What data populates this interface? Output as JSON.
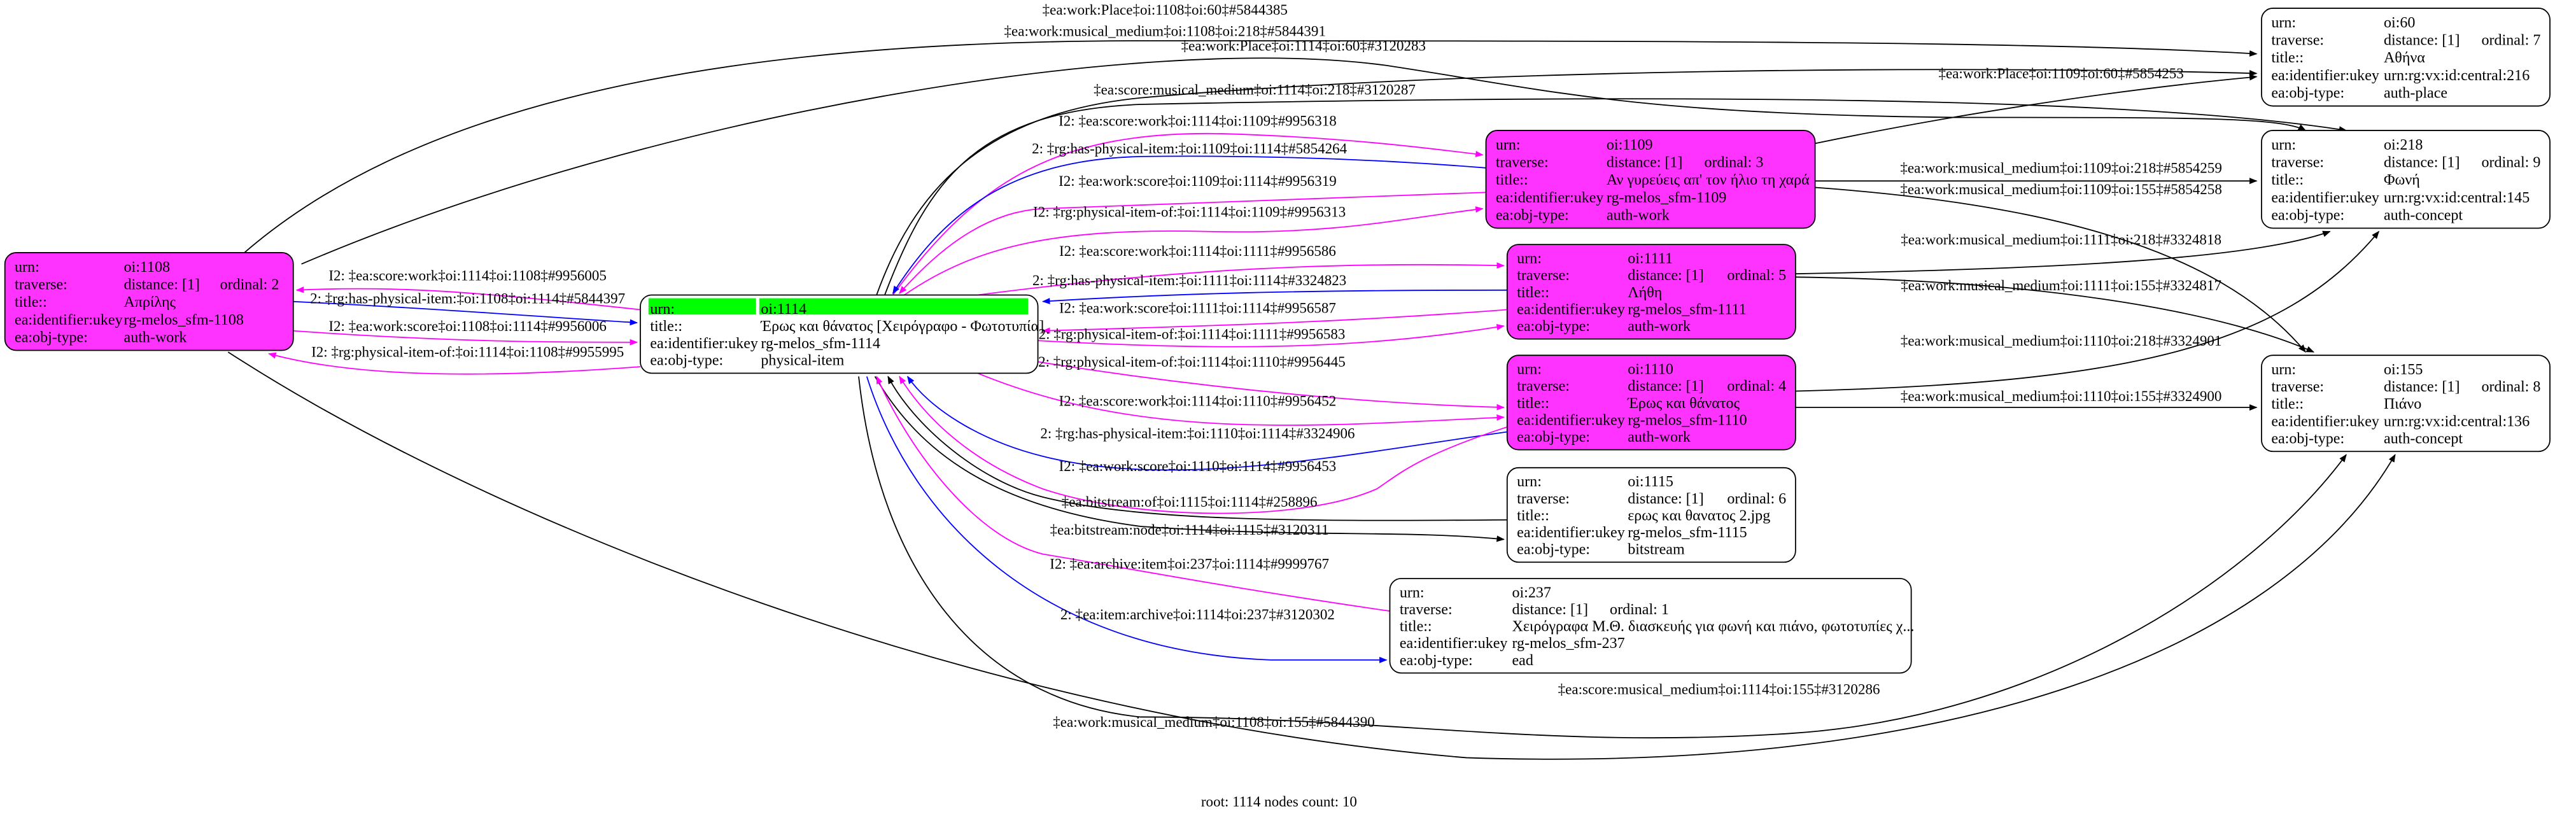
{
  "field_labels": {
    "urn": "urn:",
    "traverse": "traverse:",
    "title": "title::",
    "ukey": "ea:identifier:ukey",
    "obj_type": "ea:obj-type:"
  },
  "colors": {
    "work_node": "#ff33ff",
    "root_urn": "#00ff00",
    "plain_node": "#ffffff",
    "magenta_edge": "#ff00ff",
    "blue_edge": "#0000ff",
    "black_edge": "#000000"
  },
  "nodes": [
    {
      "urn": "oi:1108",
      "distance": "distance: [1]",
      "ordinal": "ordinal: 2",
      "title": "Απρίλης",
      "ukey": "rg-melos_sfm-1108",
      "obj_type": "auth-work",
      "fill": "#ff33ff"
    },
    {
      "urn": "oi:1114",
      "title": "Έρως και θάνατος [Χειρόγραφο - Φωτοτυπία]",
      "ukey": "rg-melos_sfm-1114",
      "obj_type": "physical-item",
      "fill": "#ffffff"
    },
    {
      "urn": "oi:1109",
      "distance": "distance: [1]",
      "ordinal": "ordinal: 3",
      "title": "Αν γυρεύεις απ' τον ήλιο τη χαρά",
      "ukey": "rg-melos_sfm-1109",
      "obj_type": "auth-work",
      "fill": "#ff33ff"
    },
    {
      "urn": "oi:1111",
      "distance": "distance: [1]",
      "ordinal": "ordinal: 5",
      "title": "Λήθη",
      "ukey": "rg-melos_sfm-1111",
      "obj_type": "auth-work",
      "fill": "#ff33ff"
    },
    {
      "urn": "oi:1110",
      "distance": "distance: [1]",
      "ordinal": "ordinal: 4",
      "title": "Έρως και θάνατος",
      "ukey": "rg-melos_sfm-1110",
      "obj_type": "auth-work",
      "fill": "#ff33ff"
    },
    {
      "urn": "oi:1115",
      "distance": "distance: [1]",
      "ordinal": "ordinal: 6",
      "title": "ερως και θανατος 2.jpg",
      "ukey": "rg-melos_sfm-1115",
      "obj_type": "bitstream",
      "fill": "#ffffff"
    },
    {
      "urn": "oi:237",
      "distance": "distance: [1]",
      "ordinal": "ordinal: 1",
      "title": "Χειρόγραφα Μ.Θ. διασκευής για φωνή και πιάνο, φωτοτυπίες χ...",
      "ukey": "rg-melos_sfm-237",
      "obj_type": "ead",
      "fill": "#ffffff"
    },
    {
      "urn": "oi:60",
      "distance": "distance: [1]",
      "ordinal": "ordinal: 7",
      "title": "Αθήνα",
      "ukey": "urn:rg:vx:id:central:216",
      "obj_type": "auth-place",
      "fill": "#ffffff"
    },
    {
      "urn": "oi:218",
      "distance": "distance: [1]",
      "ordinal": "ordinal: 9",
      "title": "Φωνή",
      "ukey": "urn:rg:vx:id:central:145",
      "obj_type": "auth-concept",
      "fill": "#ffffff"
    },
    {
      "urn": "oi:155",
      "distance": "distance: [1]",
      "ordinal": "ordinal: 8",
      "title": "Πιάνο",
      "ukey": "urn:rg:vx:id:central:136",
      "obj_type": "auth-concept",
      "fill": "#ffffff"
    }
  ],
  "edges": [
    {
      "label": "‡ea:work:Place‡oi:1108‡oi:60‡#5844385",
      "color": "#000000"
    },
    {
      "label": "‡ea:work:musical_medium‡oi:1108‡oi:218‡#5844391",
      "color": "#000000"
    },
    {
      "label": "‡ea:work:Place‡oi:1114‡oi:60‡#3120283",
      "color": "#000000"
    },
    {
      "label": "‡ea:score:musical_medium‡oi:1114‡oi:218‡#3120287",
      "color": "#000000"
    },
    {
      "label": "I2: ‡ea:score:work‡oi:1114‡oi:1109‡#9956318",
      "color": "#ff00ff"
    },
    {
      "label": "2: ‡rg:has-physical-item:‡oi:1109‡oi:1114‡#5854264",
      "color": "#0000ff"
    },
    {
      "label": "I2: ‡ea:work:score‡oi:1109‡oi:1114‡#9956319",
      "color": "#ff00ff"
    },
    {
      "label": "I2: ‡rg:physical-item-of:‡oi:1114‡oi:1109‡#9956313",
      "color": "#ff00ff"
    },
    {
      "label": "I2: ‡ea:score:work‡oi:1114‡oi:1111‡#9956586",
      "color": "#ff00ff"
    },
    {
      "label": "2: ‡rg:has-physical-item:‡oi:1111‡oi:1114‡#3324823",
      "color": "#0000ff"
    },
    {
      "label": "I2: ‡ea:work:score‡oi:1111‡oi:1114‡#9956587",
      "color": "#ff00ff"
    },
    {
      "label": "I2: ‡rg:physical-item-of:‡oi:1114‡oi:1111‡#9956583",
      "color": "#ff00ff"
    },
    {
      "label": "I2: ‡rg:physical-item-of:‡oi:1114‡oi:1110‡#9956445",
      "color": "#ff00ff"
    },
    {
      "label": "I2: ‡ea:score:work‡oi:1114‡oi:1110‡#9956452",
      "color": "#ff00ff"
    },
    {
      "label": "2: ‡rg:has-physical-item:‡oi:1110‡oi:1114‡#3324906",
      "color": "#0000ff"
    },
    {
      "label": "I2: ‡ea:work:score‡oi:1110‡oi:1114‡#9956453",
      "color": "#ff00ff"
    },
    {
      "label": "‡ea:bitstream:of‡oi:1115‡oi:1114‡#258896",
      "color": "#000000"
    },
    {
      "label": "‡ea:bitstream:node‡oi:1114‡oi:1115‡#3120311",
      "color": "#000000"
    },
    {
      "label": "I2: ‡ea:archive:item‡oi:237‡oi:1114‡#9999767",
      "color": "#ff00ff"
    },
    {
      "label": "2: ‡ea:item:archive‡oi:1114‡oi:237‡#3120302",
      "color": "#0000ff"
    },
    {
      "label": "‡ea:score:musical_medium‡oi:1114‡oi:155‡#3120286",
      "color": "#000000"
    },
    {
      "label": "‡ea:work:musical_medium‡oi:1108‡oi:155‡#5844390",
      "color": "#000000"
    },
    {
      "label": "I2: ‡ea:score:work‡oi:1114‡oi:1108‡#9956005",
      "color": "#ff00ff"
    },
    {
      "label": "2: ‡rg:has-physical-item:‡oi:1108‡oi:1114‡#5844397",
      "color": "#0000ff"
    },
    {
      "label": "I2: ‡ea:work:score‡oi:1108‡oi:1114‡#9956006",
      "color": "#ff00ff"
    },
    {
      "label": "I2: ‡rg:physical-item-of:‡oi:1114‡oi:1108‡#9955995",
      "color": "#ff00ff"
    },
    {
      "label": "‡ea:work:Place‡oi:1109‡oi:60‡#5854253",
      "color": "#000000"
    },
    {
      "label": "‡ea:work:musical_medium‡oi:1109‡oi:218‡#5854259",
      "color": "#000000"
    },
    {
      "label": "‡ea:work:musical_medium‡oi:1109‡oi:155‡#5854258",
      "color": "#000000"
    },
    {
      "label": "‡ea:work:musical_medium‡oi:1111‡oi:218‡#3324818",
      "color": "#000000"
    },
    {
      "label": "‡ea:work:musical_medium‡oi:1111‡oi:155‡#3324817",
      "color": "#000000"
    },
    {
      "label": "‡ea:work:musical_medium‡oi:1110‡oi:218‡#3324901",
      "color": "#000000"
    },
    {
      "label": "‡ea:work:musical_medium‡oi:1110‡oi:155‡#3324900",
      "color": "#000000"
    }
  ],
  "footer": "root: 1114 nodes count: 10"
}
